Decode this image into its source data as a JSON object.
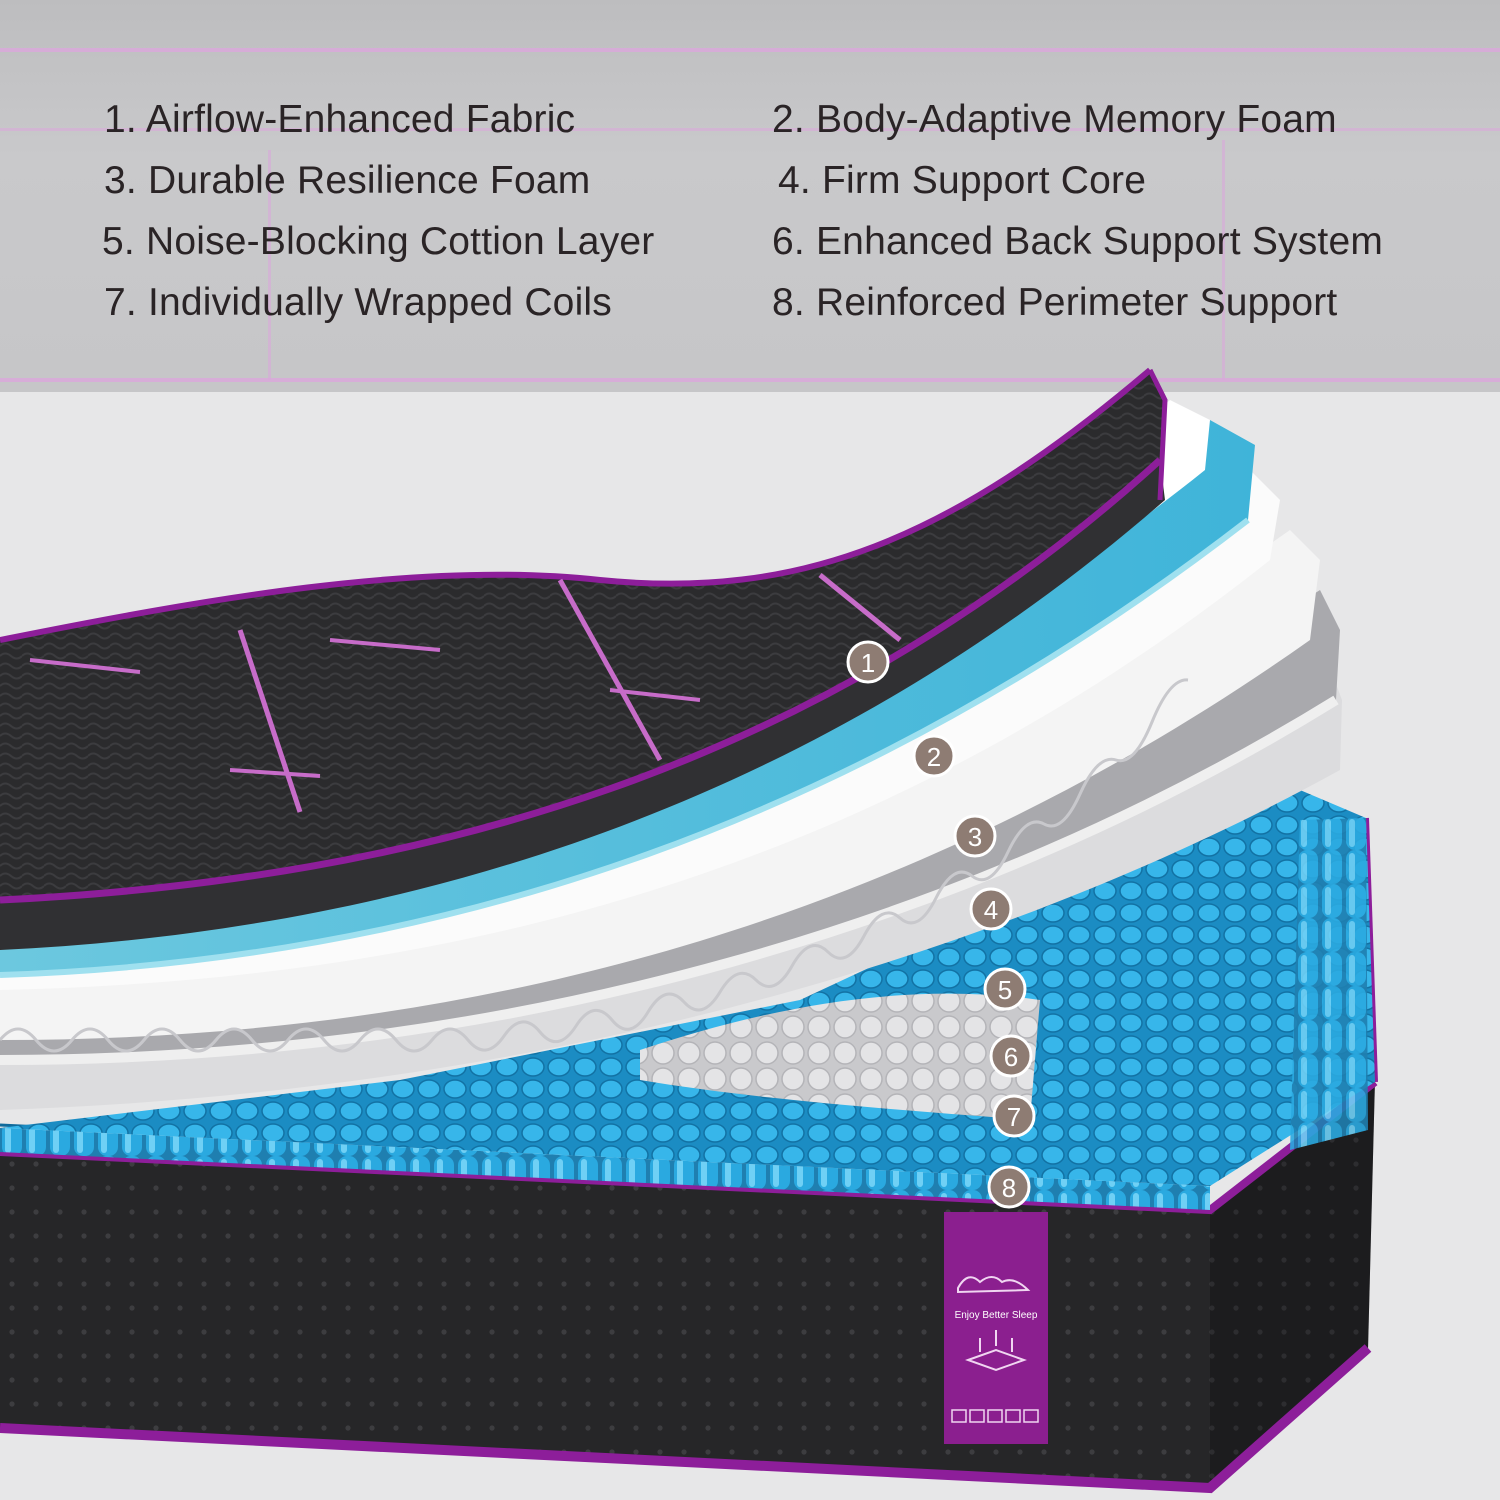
{
  "colors": {
    "banner_bg": "#c5c5c7",
    "text": "#2a2426",
    "accent_purple": "#8d1e9a",
    "badge_bg": "#8e7c73",
    "coil_blue": "#29a9e0",
    "memory_foam_blue": "#55c3e0",
    "knit_black": "#2a2a2a"
  },
  "features": [
    {
      "number": "1",
      "label": "1. Airflow-Enhanced Fabric"
    },
    {
      "number": "2",
      "label": "2. Body-Adaptive Memory Foam"
    },
    {
      "number": "3",
      "label": "3. Durable Resilience Foam"
    },
    {
      "number": "4",
      "label": "4. Firm Support Core"
    },
    {
      "number": "5",
      "label": "5. Noise-Blocking Cottion Layer"
    },
    {
      "number": "6",
      "label": "6. Enhanced Back Support System"
    },
    {
      "number": "7",
      "label": "7. Individually Wrapped Coils"
    },
    {
      "number": "8",
      "label": "8. Reinforced Perimeter Support"
    }
  ],
  "tag": {
    "text": "Enjoy Better Sleep",
    "icons": [
      "home-icon",
      "layers-icon",
      "grid-icon",
      "wave-icon",
      "coil-icon"
    ]
  }
}
